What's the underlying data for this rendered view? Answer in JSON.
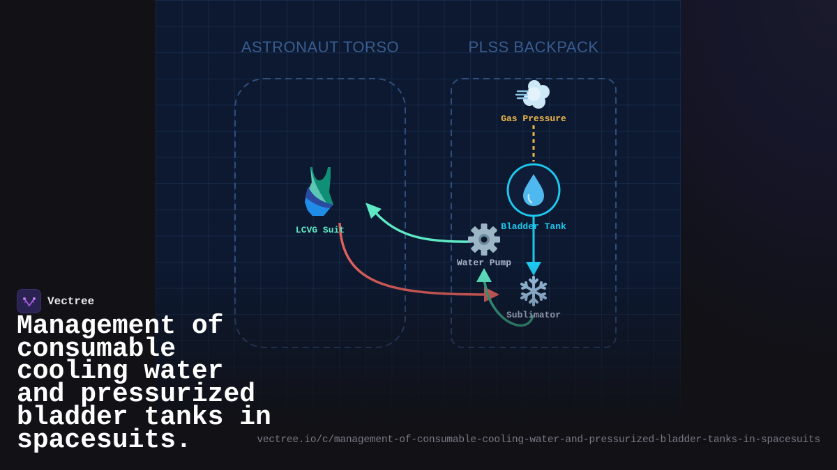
{
  "diagram": {
    "zones": [
      {
        "id": "torso",
        "title": "ASTRONAUT TORSO"
      },
      {
        "id": "plss",
        "title": "PLSS BACKPACK"
      }
    ],
    "nodes": [
      {
        "id": "lcvg",
        "label": "LCVG Suit",
        "icon": "swimsuit-icon",
        "color": "#5ee8c4"
      },
      {
        "id": "gas",
        "label": "Gas Pressure",
        "icon": "wind-cloud-icon",
        "color": "#f0b84a"
      },
      {
        "id": "bladder",
        "label": "Bladder Tank",
        "icon": "water-drop-icon",
        "color": "#1ec8ee"
      },
      {
        "id": "pump",
        "label": "Water Pump",
        "icon": "gear-icon",
        "color": "#aab4c8"
      },
      {
        "id": "sublimator",
        "label": "Sublimator",
        "icon": "snowflake-icon",
        "color": "#8a94a6"
      }
    ],
    "edges": [
      {
        "from": "gas",
        "to": "bladder",
        "style": "dotted",
        "color": "#f0b84a"
      },
      {
        "from": "bladder",
        "to": "sublimator",
        "style": "solid",
        "color": "#1ec8ee"
      },
      {
        "from": "pump",
        "to": "lcvg",
        "style": "solid",
        "color": "#5ee8c4"
      },
      {
        "from": "lcvg",
        "to": "sublimator",
        "style": "solid",
        "color": "#e0605c"
      },
      {
        "from": "sublimator",
        "to": "pump",
        "style": "solid",
        "color": "#3aa88a"
      }
    ]
  },
  "brand": {
    "name": "Vectree"
  },
  "headline": "Management of consumable cooling water and pressurized bladder tanks in spacesuits.",
  "url": "vectree.io/c/management-of-consumable-cooling-water-and-pressurized-bladder-tanks-in-spacesuits"
}
